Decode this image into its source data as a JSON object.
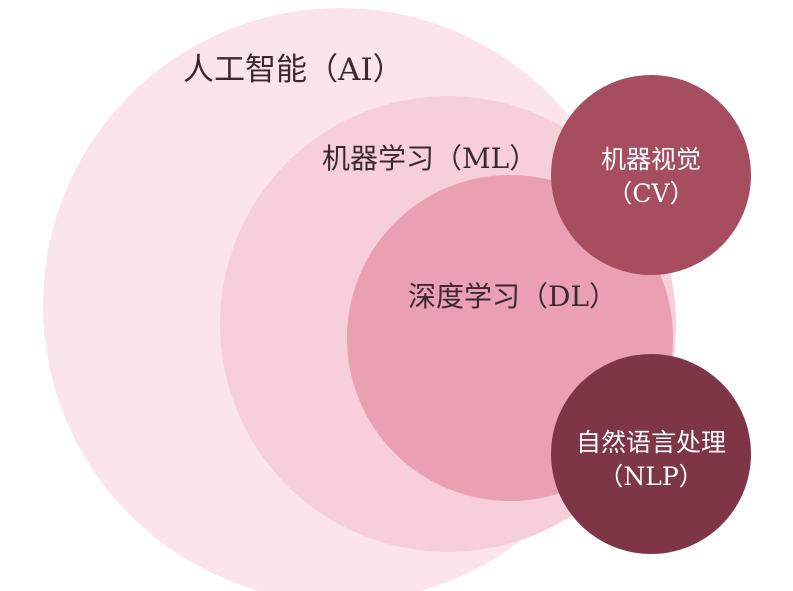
{
  "diagram": {
    "ai": {
      "label": "人工智能（AI）",
      "color": "#fbe4ea"
    },
    "ml": {
      "label": "机器学习（ML）",
      "color": "#f6cfda"
    },
    "dl": {
      "label": "深度学习（DL）",
      "color": "#eb9fb2"
    },
    "cv": {
      "line1": "机器视觉",
      "line2": "（CV）",
      "color": "#a64e60"
    },
    "nlp": {
      "line1": "自然语言处理",
      "line2": "（NLP）",
      "color": "#7e3546"
    },
    "outer_text_color": "#3a2a2e",
    "inner_text_color": "#ffffff"
  }
}
